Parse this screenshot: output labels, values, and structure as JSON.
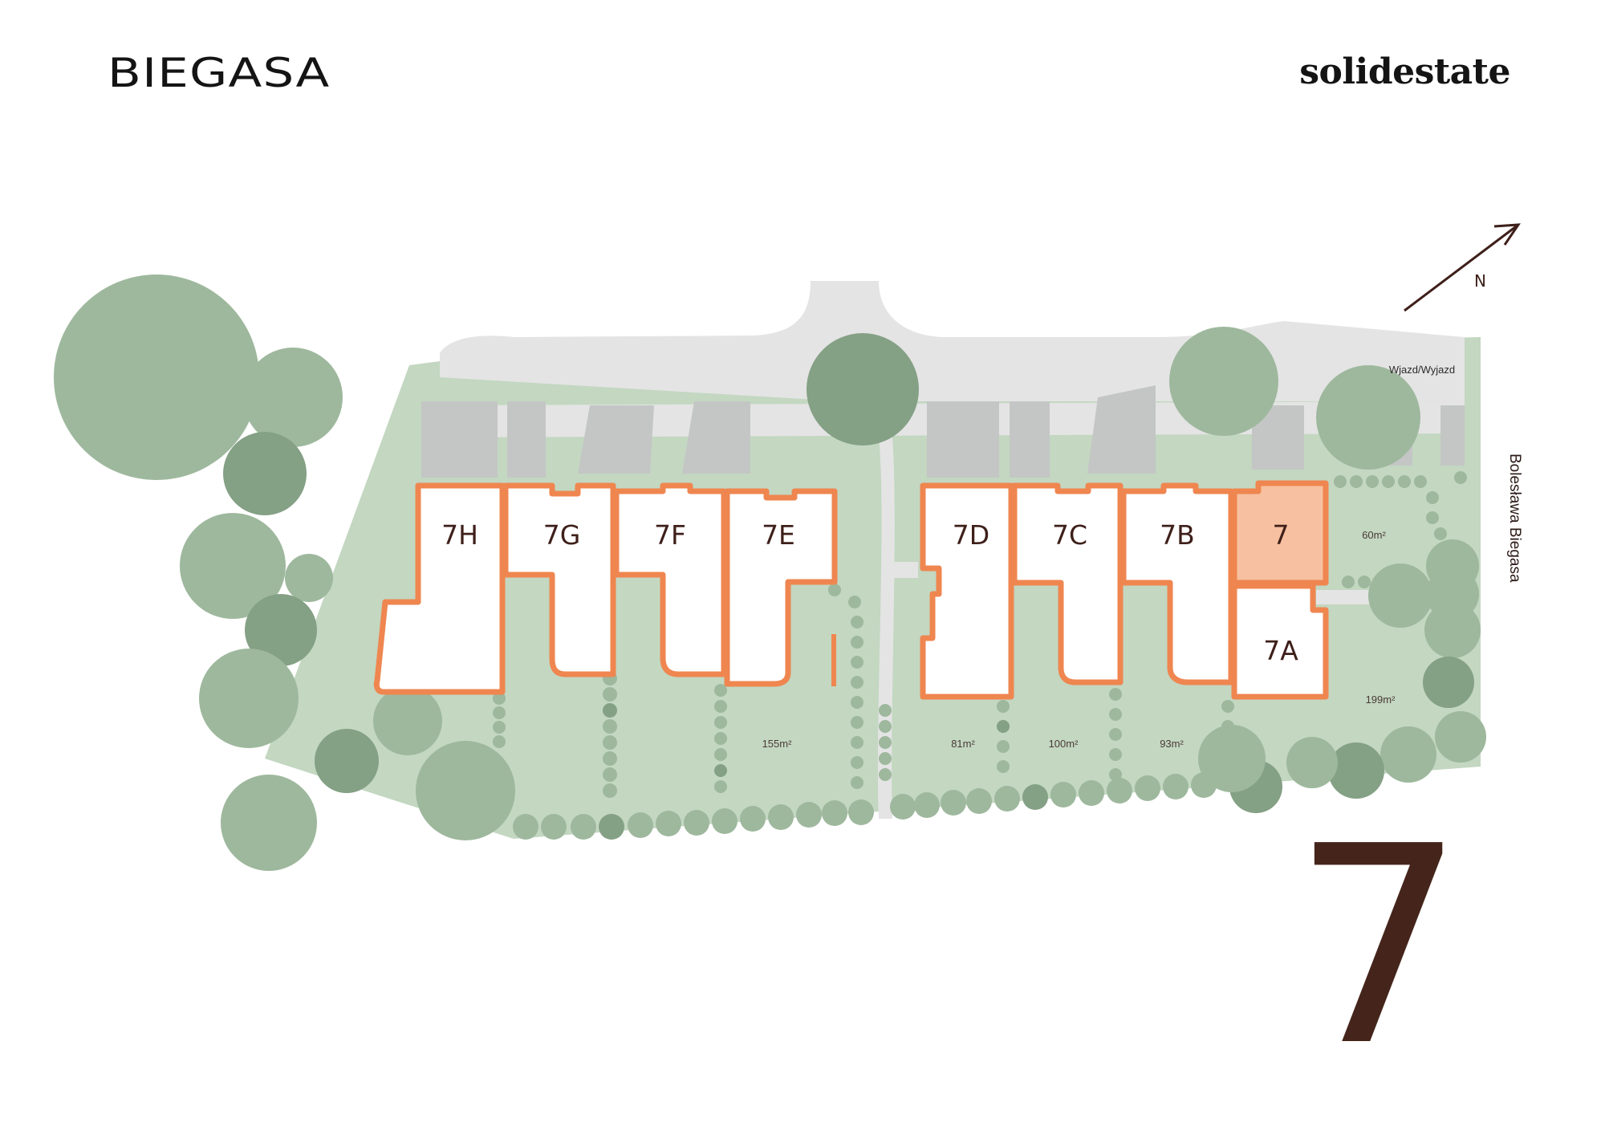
{
  "header": {
    "brand_left": "BIEGASA",
    "brand_right": "solidestate"
  },
  "building_number": "7",
  "compass": {
    "label": "N"
  },
  "streets": {
    "entrance": "Wjazd/Wyjazd",
    "road": "Bolesława Biegasa"
  },
  "units": [
    {
      "id": "7H",
      "label": "7H",
      "highlighted": false
    },
    {
      "id": "7G",
      "label": "7G",
      "highlighted": false
    },
    {
      "id": "7F",
      "label": "7F",
      "highlighted": false
    },
    {
      "id": "7E",
      "label": "7E",
      "highlighted": false
    },
    {
      "id": "7D",
      "label": "7D",
      "highlighted": false
    },
    {
      "id": "7C",
      "label": "7C",
      "highlighted": false
    },
    {
      "id": "7B",
      "label": "7B",
      "highlighted": false
    },
    {
      "id": "7",
      "label": "7",
      "highlighted": true
    },
    {
      "id": "7A",
      "label": "7A",
      "highlighted": false
    }
  ],
  "garden_areas": [
    {
      "unit": "7",
      "label": "60m²"
    },
    {
      "unit": "7A",
      "label": "199m²"
    },
    {
      "unit": "7E",
      "label": "155m²"
    },
    {
      "unit": "7D",
      "label": "81m²"
    },
    {
      "unit": "7C",
      "label": "100m²"
    },
    {
      "unit": "7B",
      "label": "93m²"
    }
  ],
  "colors": {
    "outline": "#ef8650",
    "highlight_fill": "#f7c0a0",
    "unit_fill": "#ffffff",
    "garden": "#c3d7c1",
    "tree": "#9eb89d",
    "tree_dark": "#84a085",
    "road": "#e4e4e4",
    "parking": "#c4c6c5",
    "text_dark": "#45251b"
  }
}
